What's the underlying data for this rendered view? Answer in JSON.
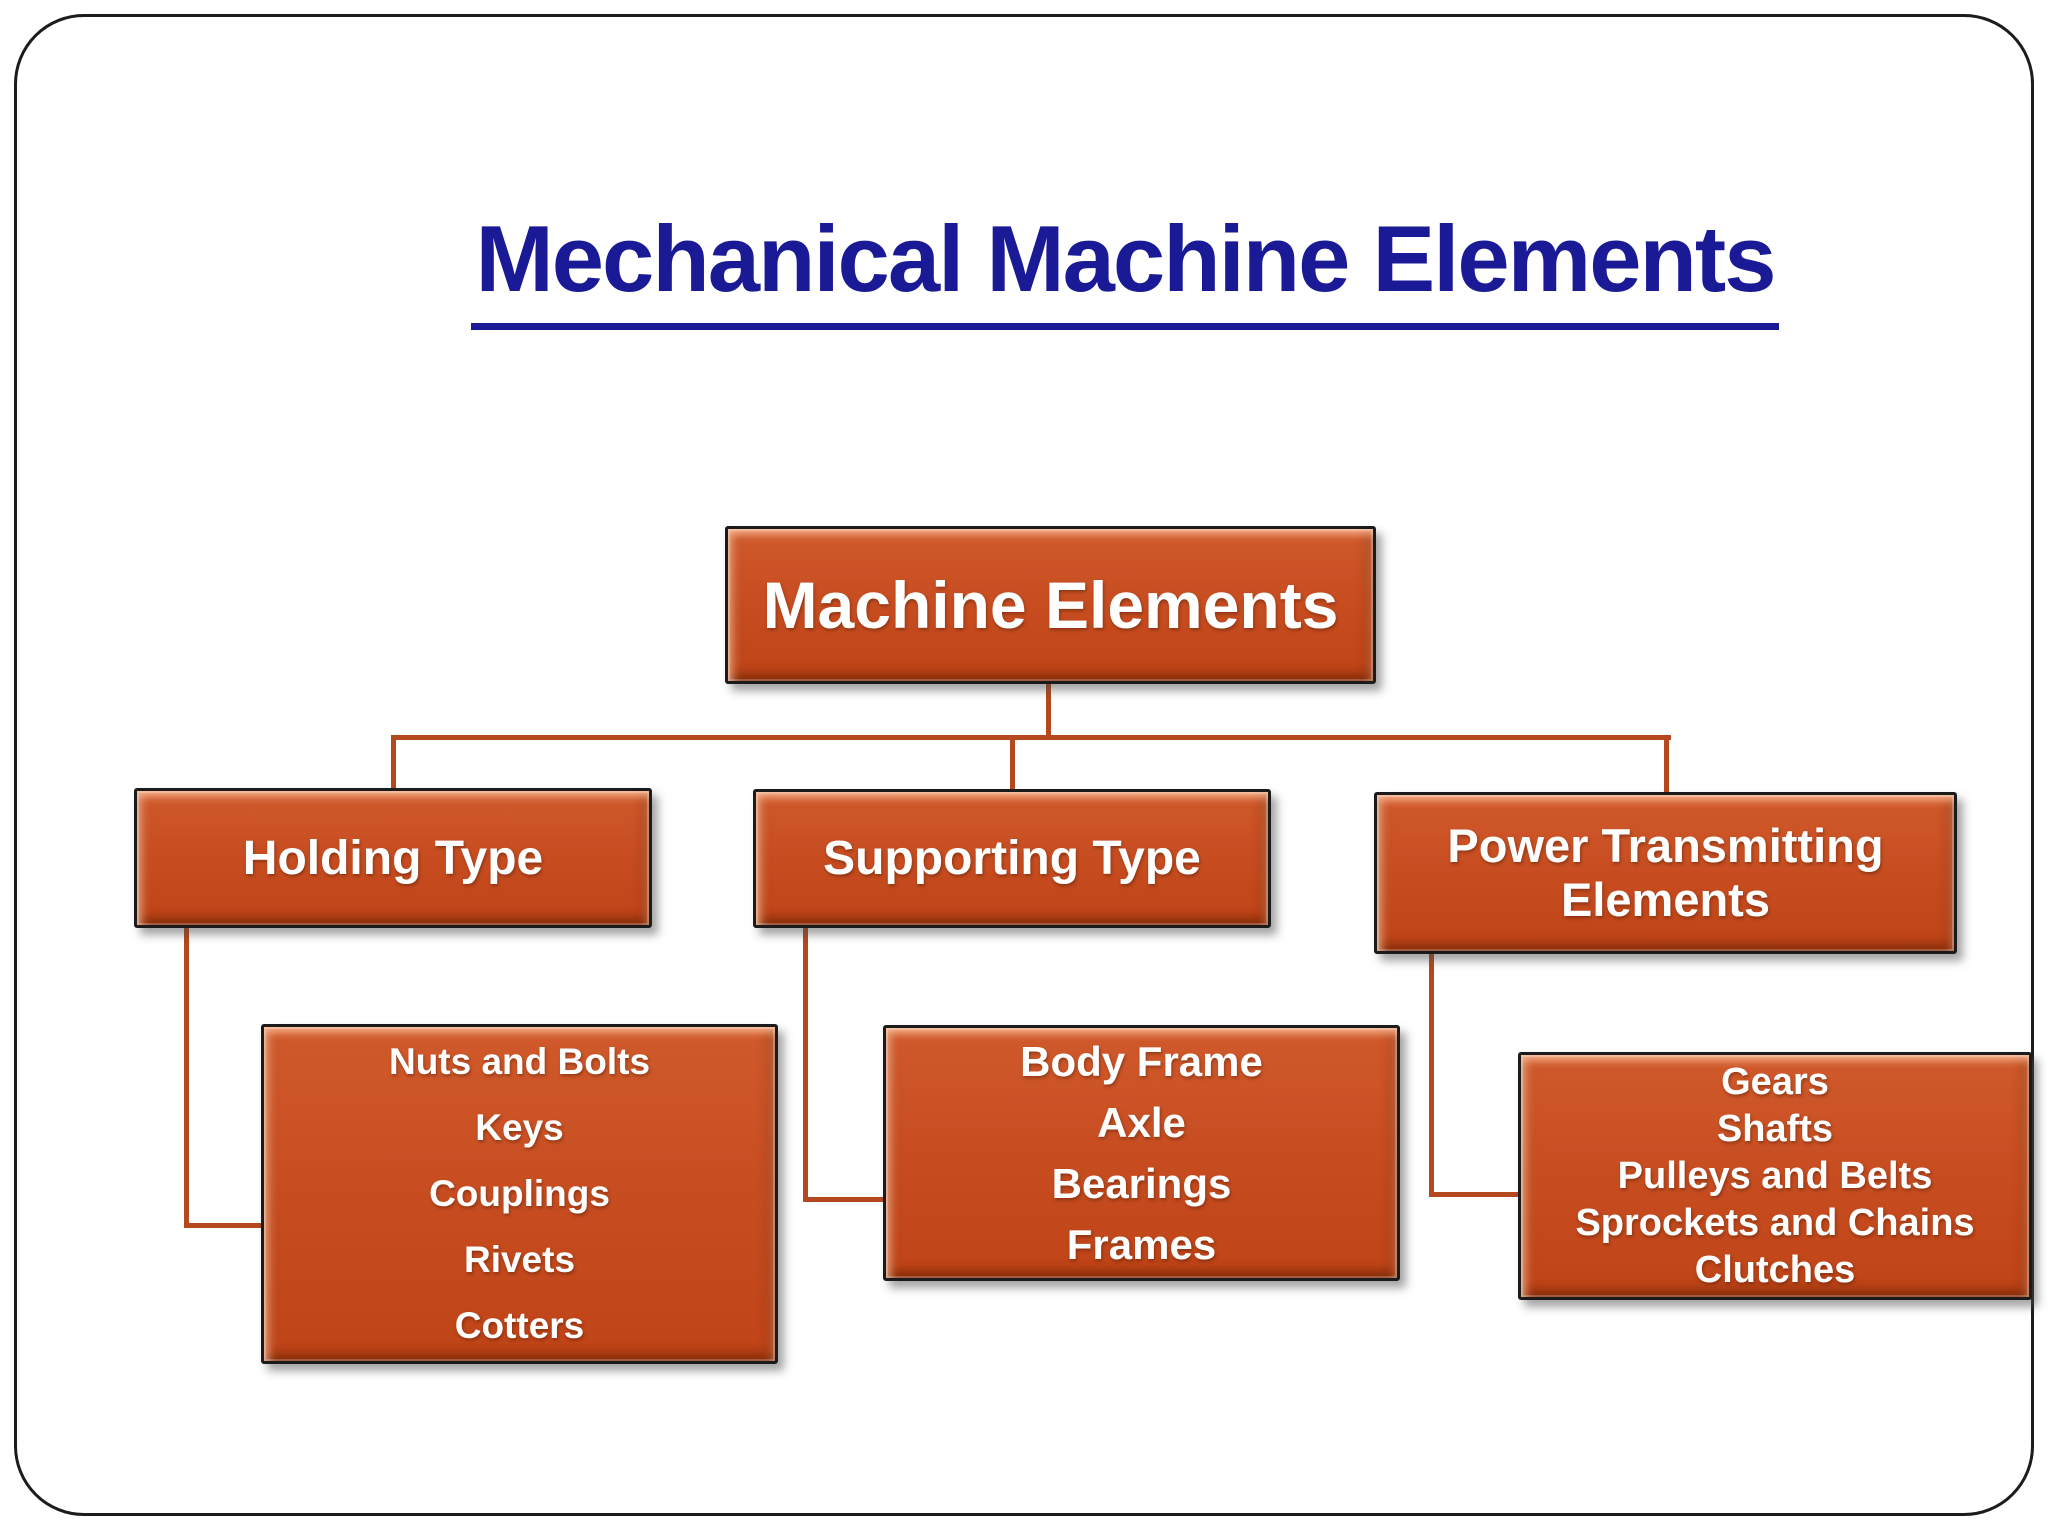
{
  "slide": {
    "title": "Mechanical Machine Elements"
  },
  "colors": {
    "background": "#FFFFFF",
    "title_blue": "#1A1A96",
    "box_fill": "#C84E22",
    "box_border": "#1B1B1B",
    "box_text": "#FFFFFF",
    "connector": "#B5481E"
  },
  "diagram": {
    "root": {
      "label": "Machine Elements"
    },
    "branches": [
      {
        "label": "Holding Type",
        "children": [
          "Nuts and Bolts",
          "Keys",
          "Couplings",
          "Rivets",
          "Cotters"
        ]
      },
      {
        "label": "Supporting Type",
        "children": [
          "Body Frame",
          "Axle",
          "Bearings",
          "Frames"
        ]
      },
      {
        "label": "Power Transmitting Elements",
        "children": [
          "Gears",
          "Shafts",
          "Pulleys and Belts",
          "Sprockets and Chains",
          "Clutches"
        ]
      }
    ]
  }
}
